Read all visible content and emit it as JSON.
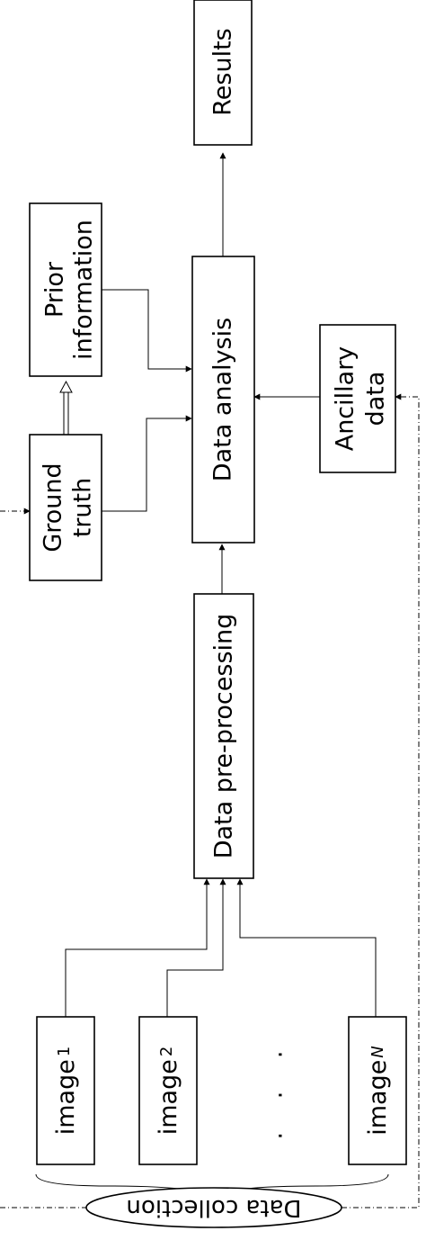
{
  "nodes": {
    "results": "Results",
    "prior_line1": "Prior",
    "prior_line2": "information",
    "data_analysis": "Data analysis",
    "ground_line1": "Ground",
    "ground_line2": "truth",
    "ancillary_line1": "Ancillary",
    "ancillary_line2": "data",
    "data_preprocessing": "Data pre-processing",
    "image1_word": "image",
    "image1_sub": "1",
    "image2_word": "image",
    "image2_sub": "2",
    "imageN_word": "image",
    "imageN_sub": "N",
    "ellipsis": ". . .",
    "data_collection": "Data collection"
  }
}
